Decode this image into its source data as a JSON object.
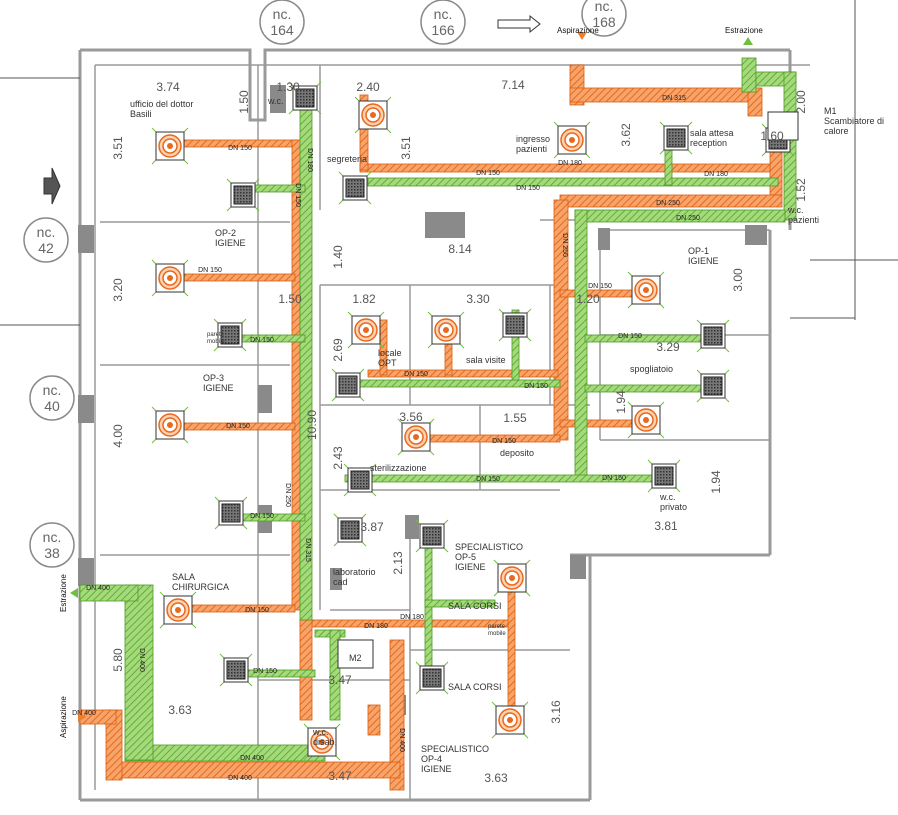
{
  "colors": {
    "supply": "#f07d2c",
    "exhaust": "#6fbf3f",
    "wall": "#999999",
    "grey": "#666666"
  },
  "nc_labels": [
    {
      "key": "nc164",
      "l1": "nc.",
      "l2": "164"
    },
    {
      "key": "nc166",
      "l1": "nc.",
      "l2": "166"
    },
    {
      "key": "nc168",
      "l1": "nc.",
      "l2": "168"
    },
    {
      "key": "nc42",
      "l1": "nc.",
      "l2": "42"
    },
    {
      "key": "nc40",
      "l1": "nc.",
      "l2": "40"
    },
    {
      "key": "nc38",
      "l1": "nc.",
      "l2": "38"
    }
  ],
  "rooms": [
    {
      "key": "ufficio",
      "lines": [
        "ufficio del dottor",
        "Basili"
      ]
    },
    {
      "key": "wc1",
      "lines": [
        "w.c."
      ]
    },
    {
      "key": "segreteria",
      "lines": [
        "segreteria"
      ]
    },
    {
      "key": "ingresso",
      "lines": [
        "ingresso",
        "pazienti"
      ]
    },
    {
      "key": "attesa",
      "lines": [
        "sala attesa",
        "reception"
      ]
    },
    {
      "key": "op2",
      "lines": [
        "OP-2",
        "IGIENE"
      ]
    },
    {
      "key": "op1",
      "lines": [
        "OP-1",
        "IGIENE"
      ]
    },
    {
      "key": "opt",
      "lines": [
        "locale",
        "OPT"
      ]
    },
    {
      "key": "visite",
      "lines": [
        "sala visite"
      ]
    },
    {
      "key": "spogliatoio",
      "lines": [
        "spogliatoio"
      ]
    },
    {
      "key": "op3",
      "lines": [
        "OP-3",
        "IGIENE"
      ]
    },
    {
      "key": "steril",
      "lines": [
        "sterilizzazione"
      ]
    },
    {
      "key": "deposito",
      "lines": [
        "deposito"
      ]
    },
    {
      "key": "wcpriv",
      "lines": [
        "w.c.",
        "privato"
      ]
    },
    {
      "key": "lab",
      "lines": [
        "laboratorio",
        "cad"
      ]
    },
    {
      "key": "op5",
      "lines": [
        "SPECIALISTICO",
        "OP-5",
        "IGIENE"
      ]
    },
    {
      "key": "chir",
      "lines": [
        "SALA",
        "CHIRURGICA"
      ]
    },
    {
      "key": "corsi1",
      "lines": [
        "SALA CORSI"
      ]
    },
    {
      "key": "corsi2",
      "lines": [
        "SALA CORSI"
      ]
    },
    {
      "key": "op4",
      "lines": [
        "SPECIALISTICO",
        "OP-4",
        "IGIENE"
      ]
    },
    {
      "key": "m1",
      "lines": [
        "M1",
        "Scambiatore di",
        "calore"
      ]
    },
    {
      "key": "m2",
      "lines": [
        "M2"
      ]
    },
    {
      "key": "wcpaz",
      "lines": [
        "w.c.",
        "pazienti"
      ]
    },
    {
      "key": "wcdis",
      "lines": [
        "w.c.",
        "disab."
      ]
    },
    {
      "key": "parete1",
      "lines": [
        "parete",
        "mobile"
      ]
    },
    {
      "key": "parete2",
      "lines": [
        "parete",
        "mobile"
      ]
    }
  ],
  "dims": {
    "d374": "3.74",
    "d130": "1.30",
    "d240": "2.40",
    "d714": "7.14",
    "d351a": "3.51",
    "d351b": "3.51",
    "d150a": "1.50",
    "d362": "3.62",
    "d200": "2.00",
    "d160": "1.60",
    "d152": "1.52",
    "d814": "8.14",
    "d140": "1.40",
    "d320": "3.20",
    "d150b": "1.50",
    "d182": "1.82",
    "d330": "3.30",
    "d120": "1.20",
    "d300": "3.00",
    "d269": "2.69",
    "d329": "3.29",
    "d400": "4.00",
    "d1090": "10.90",
    "d356": "3.56",
    "d155": "1.55",
    "d194a": "1.94",
    "d243": "2.43",
    "d194b": "1.94",
    "d387": "3.87",
    "d381": "3.81",
    "d213": "2.13",
    "d580": "5.80",
    "d363a": "3.63",
    "d347": "3.47",
    "d316": "3.16",
    "d363b": "3.63",
    "d347b": "3.47"
  },
  "ducts": {
    "dn315": "DN 315",
    "dn150_ufficio": "DN 150",
    "dn150_seg": "DN 150",
    "dn180_ing": "DN 180",
    "dn150_main": "DN 150",
    "dn180_a": "DN 180",
    "dn250_h": "DN 250",
    "dn250_b": "DN 250",
    "dn150_op2": "DN 150",
    "dn150_v1": "DN 150",
    "dn180_v": "DN 180",
    "dn250_v": "DN 250",
    "dn150_op1": "DN 150",
    "dn150_op1b": "DN 150",
    "dn150_opt": "DN 150",
    "dn150_vis": "DN 150",
    "dn150_op3": "DN 150",
    "dn150_dep": "DN 150",
    "dn150_ster": "DN 150",
    "dn150_op3b": "DN 150",
    "dn150_wcp": "DN 150",
    "dn180_c": "DN 180",
    "dn250_w": "DN 250",
    "dn315_v": "DN 315",
    "dn400_e": "DN 400",
    "dn400_a": "DN 400",
    "dn400_b": "DN 400",
    "dn400_c": "DN 400",
    "dn180_d": "DN 180",
    "dn150_chir": "DN 150",
    "dn150_chir2": "DN 150",
    "dn150_lab": "DN 150",
    "dn400_v": "DN 400",
    "dn400_v2": "DN 400"
  },
  "vent_labels": {
    "estrazione_top": "Estrazione",
    "aspirazione_top": "Aspirazione",
    "estrazione_left": "Estrazione",
    "aspirazione_left": "Aspirazione"
  }
}
